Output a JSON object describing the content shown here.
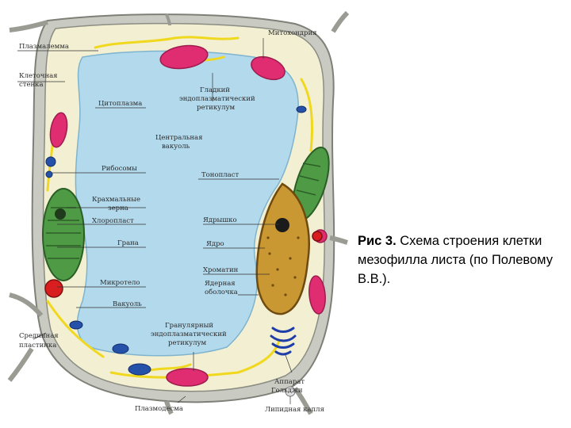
{
  "labels": {
    "plasmalemma": "Плазмалемма",
    "cell_wall_1": "Клеточная",
    "cell_wall_2": "стенка",
    "cytoplasm": "Цитоплазма",
    "ribosomes": "Рибосомы",
    "starch_1": "Крахмальные",
    "starch_2": "зерна",
    "chloroplast": "Хлоропласт",
    "grana": "Грана",
    "microbody": "Микротело",
    "vacuole": "Вакуоль",
    "middle_lamella_1": "Срединная",
    "middle_lamella_2": "пластинка",
    "plasmodesma": "Плазмодесма",
    "mitochondria": "Митохондрия",
    "smooth_er_1": "Гладкий",
    "smooth_er_2": "эндоплазматический",
    "smooth_er_3": "ретикулум",
    "central_vacuole_1": "Центральная",
    "central_vacuole_2": "вакуоль",
    "tonoplast": "Тонопласт",
    "nucleolus": "Ядрышко",
    "nucleus": "Ядро",
    "chromatin": "Хроматин",
    "nuclear_envelope_1": "Ядерная",
    "nuclear_envelope_2": "оболочка",
    "rough_er_1": "Гранулярный",
    "rough_er_2": "эндоплазматический",
    "rough_er_3": "ретикулум",
    "golgi_1": "Аппарат",
    "golgi_2": "Гольджи",
    "lipid_droplet": "Липидная капля"
  },
  "caption": {
    "bold": "Рис 3.",
    "text": "Схема строения клетки мезофилла листа (по Полевому В.В.)."
  },
  "colors": {
    "cell_wall": "#c9cbc3",
    "cytoplasm": "#f2efd2",
    "vacuole": "#b3d9ec",
    "chloroplast": "#4f9b45",
    "mitochondria": "#e02c70",
    "er": "#f0d81f",
    "nucleus": "#c99832",
    "golgi": "#1e3da8"
  }
}
